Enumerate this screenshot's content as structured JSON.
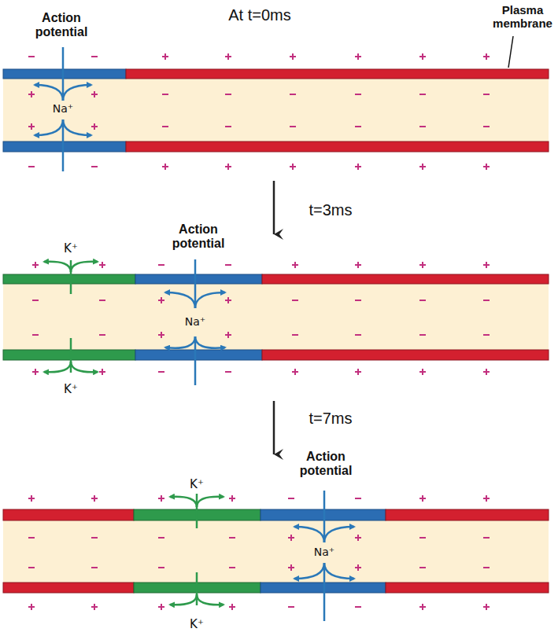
{
  "diagram": {
    "labels": [
      "Action potential",
      "At t=0ms",
      "Plasma membrane",
      "Na⁺",
      "t=3ms",
      "K⁺",
      "Action potential",
      "Na⁺",
      "K⁺",
      "t=7ms",
      "Action potential",
      "K⁺",
      "Na⁺",
      "K⁺"
    ]
  }
}
